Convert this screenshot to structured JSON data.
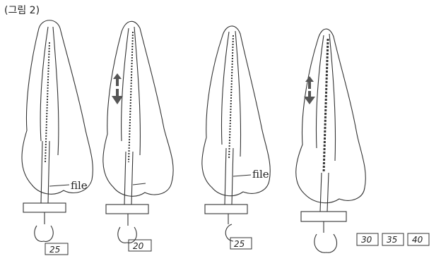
{
  "caption": "(그림 2)",
  "teeth": [
    {
      "file_label": "file",
      "size_labels": [
        "25"
      ]
    },
    {
      "file_label": "",
      "size_labels": [
        "20"
      ]
    },
    {
      "file_label": "file",
      "size_labels": [
        "25"
      ]
    },
    {
      "file_label": "",
      "size_labels": [
        "30",
        "35",
        "40"
      ]
    }
  ],
  "arrow_icons": [
    "up-down-arrow-icon",
    "up-down-arrow-icon"
  ],
  "colors": {
    "line": "#333333",
    "arrow": "#555555"
  }
}
